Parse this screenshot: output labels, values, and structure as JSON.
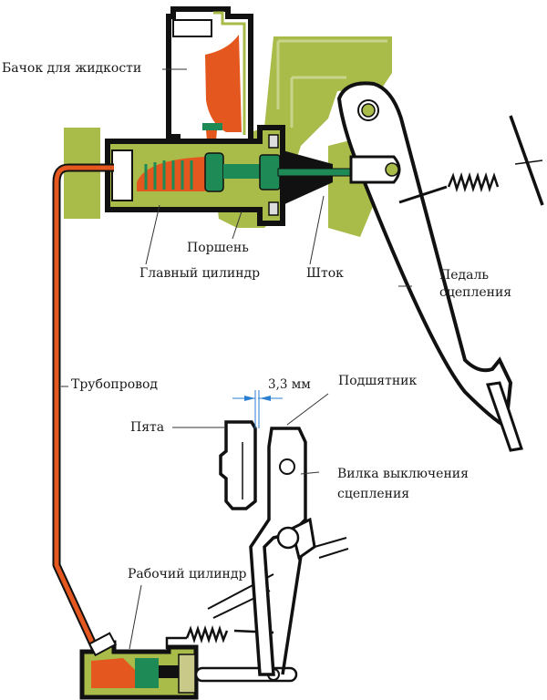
{
  "title": "Гидравлический привод сцепления",
  "labels": {
    "reservoir": "Бачок для жидкости",
    "piston": "Поршень",
    "master_cylinder": "Главный цилиндр",
    "rod": "Шток",
    "pedal_line1": "Педаль",
    "pedal_line2": "сцепления",
    "pipeline": "Трубопровод",
    "gap": "3,3 мм",
    "release_bearing": "Подшятник",
    "heel": "Пята",
    "fork_line1": "Вилка выключения",
    "fork_line2": "сцепления",
    "slave_cylinder": "Рабочий цилиндр"
  },
  "colors": {
    "fluid": "#e4571f",
    "body_green": "#a9bb49",
    "piston_green": "#1e8a55",
    "outline": "#111111",
    "dimension_blue": "#2a7fd0"
  }
}
